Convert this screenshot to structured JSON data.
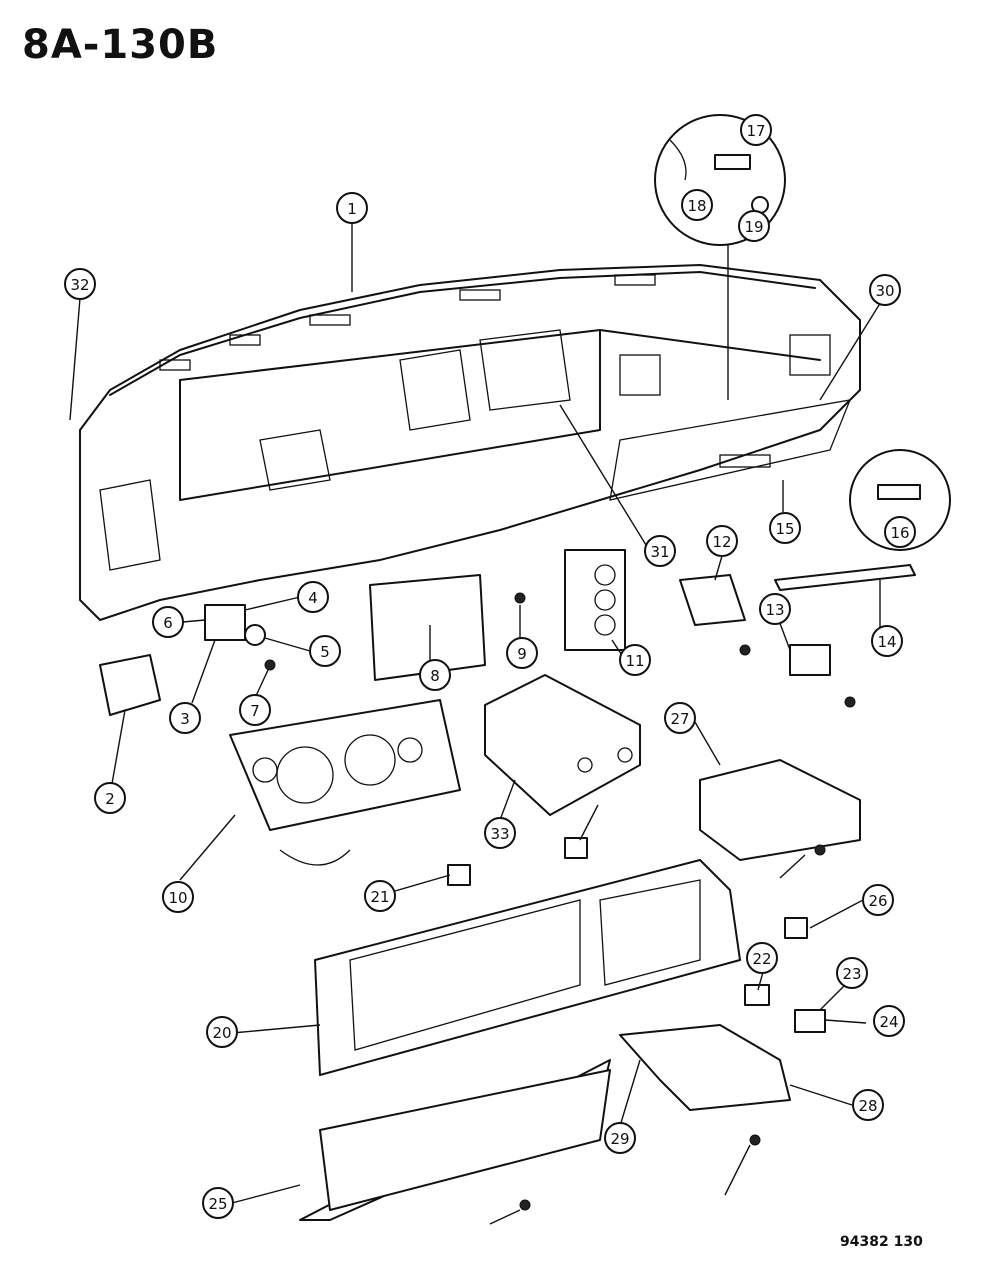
{
  "header": {
    "figure_id": "8A-130B"
  },
  "footer": {
    "figure_code": "94382 130"
  },
  "callouts": [
    "1",
    "2",
    "3",
    "4",
    "5",
    "6",
    "7",
    "8",
    "9",
    "10",
    "11",
    "12",
    "13",
    "14",
    "15",
    "16",
    "17",
    "18",
    "19",
    "20",
    "21",
    "22",
    "23",
    "24",
    "25",
    "26",
    "27",
    "28",
    "29",
    "30",
    "31",
    "32",
    "33"
  ]
}
